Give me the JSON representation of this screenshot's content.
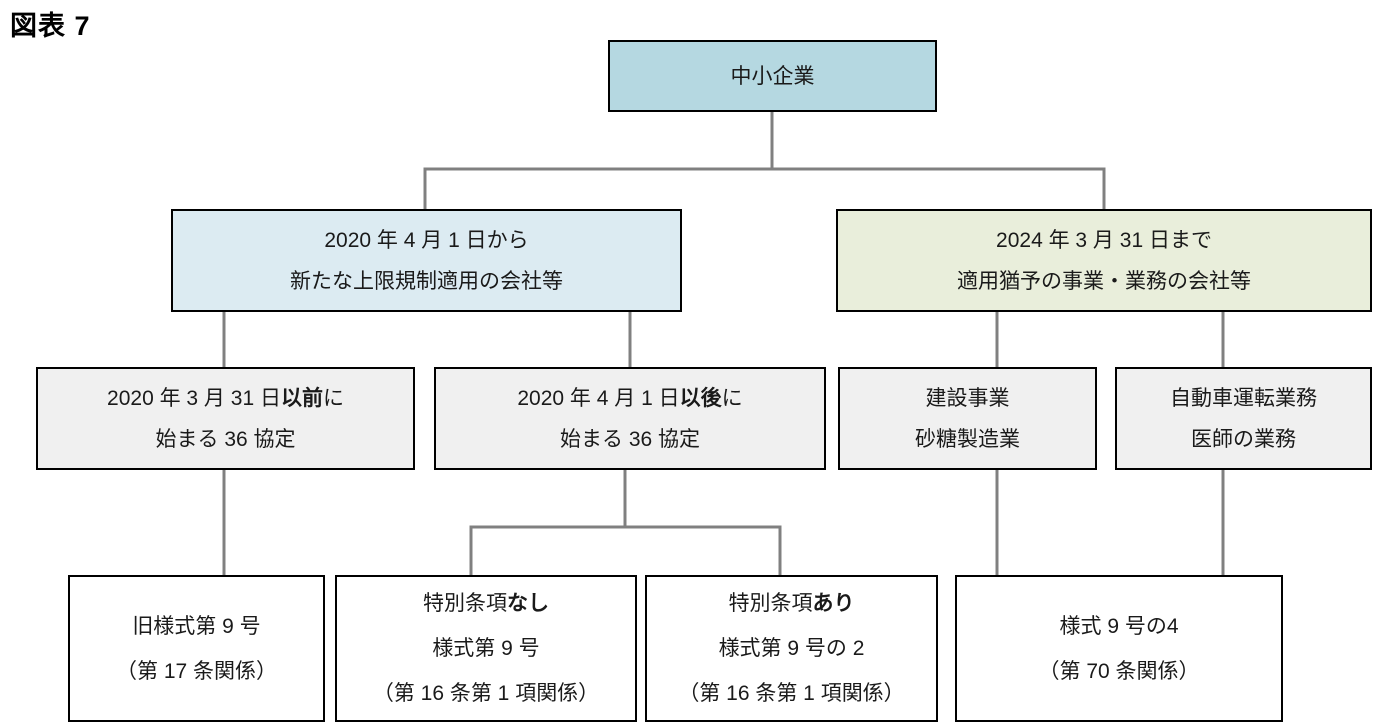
{
  "figure_label": "図表 7",
  "colors": {
    "root_fill": "#b5d8e1",
    "new_rule_fill": "#dcebf2",
    "grace_fill": "#e9eedb",
    "category_fill": "#f0f0f0",
    "form_fill": "#ffffff",
    "connector": "#808080",
    "border": "#000000"
  },
  "nodes": {
    "root": {
      "label": "中小企業"
    },
    "new_rule_group": {
      "line1": "2020 年 4 月 1 日から",
      "line2": "新たな上限規制適用の会社等"
    },
    "grace_group": {
      "line1": "2024 年 3 月 31 日まで",
      "line2": "適用猶予の事業・業務の会社等"
    },
    "agreement_before": {
      "line1_pre": "2020 年 3 月 31 日",
      "line1_bold": "以前",
      "line1_post": "に",
      "line2": "始まる 36 協定"
    },
    "agreement_after": {
      "line1_pre": "2020 年 4 月 1 日",
      "line1_bold": "以後",
      "line1_post": "に",
      "line2": "始まる 36 協定"
    },
    "construction_sugar": {
      "line1": "建設事業",
      "line2": "砂糖製造業"
    },
    "driving_doctor": {
      "line1": "自動車運転業務",
      "line2": "医師の業務"
    },
    "form_old_9": {
      "line1": "旧様式第 9 号",
      "line2": "（第 17 条関係）"
    },
    "form_9": {
      "line1_pre": "特別条項",
      "line1_bold": "なし",
      "line2": "様式第 9 号",
      "line3": "（第 16 条第 1 項関係）"
    },
    "form_9_2": {
      "line1_pre": "特別条項",
      "line1_bold": "あり",
      "line2": "様式第 9 号の 2",
      "line3": "（第 16 条第 1 項関係）"
    },
    "form_9_4": {
      "line1": "様式 9 号の4",
      "line2": "（第 70 条関係）"
    }
  }
}
